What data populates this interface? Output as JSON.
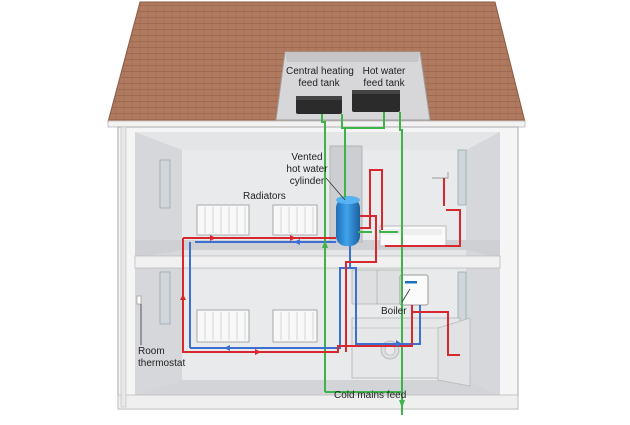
{
  "diagram": {
    "labels": {
      "central_heating_feed_tank": [
        "Central heating",
        "feed tank"
      ],
      "hot_water_feed_tank": [
        "Hot water",
        "feed tank"
      ],
      "vented_cylinder": [
        "Vented",
        "hot water",
        "cylinder"
      ],
      "radiators": "Radiators",
      "boiler": "Boiler",
      "room_thermostat": [
        "Room",
        "thermostat"
      ],
      "cold_mains_feed": "Cold mains feed"
    },
    "colors": {
      "flow": "#d7282f",
      "return": "#3b6fd1",
      "cold_feed": "#3cb44a",
      "roof_tiles": "#b07a5f",
      "cylinder": "#2f8fd8",
      "walls": "#e4e5e7"
    }
  }
}
